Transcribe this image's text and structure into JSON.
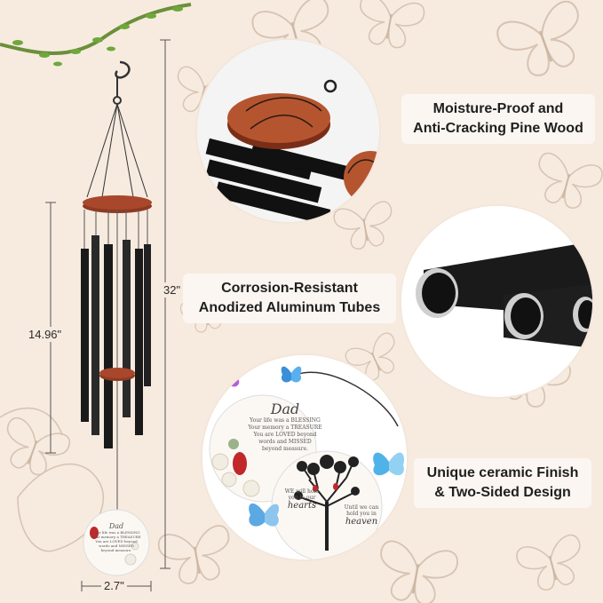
{
  "colors": {
    "background": "#f7ebe0",
    "butterfly_line": "#d7c4b3",
    "wood": "#a8472b",
    "tube": "#1a1a1a",
    "cardinal": "#c0282a"
  },
  "dimensions": {
    "height_total": "32\"",
    "tube_length": "14.96\"",
    "width": "2.7\""
  },
  "features": [
    {
      "line1": "Moisture-Proof and",
      "line2": "Anti-Cracking Pine Wood"
    },
    {
      "line1": "Corrosion-Resistant",
      "line2": "Anodized Aluminum Tubes"
    },
    {
      "line1": "Unique ceramic Finish",
      "line2": "& Two-Sided Design"
    }
  ],
  "ceramic": {
    "front_title": "Dad",
    "front_lines": [
      "Your life was a BLESSING",
      "Your memory a TREASURE",
      "You are LOVED beyond",
      "words and MISSED",
      "beyond measure."
    ],
    "back_left_lines": [
      "WE will hold",
      "you in our"
    ],
    "back_left_word": "hearts",
    "back_right_lines": [
      "Until we can",
      "hold you in"
    ],
    "back_right_word": "heaven"
  },
  "icons": [
    "butterfly-icon",
    "cardinal-icon",
    "rose-icon",
    "tree-icon"
  ]
}
